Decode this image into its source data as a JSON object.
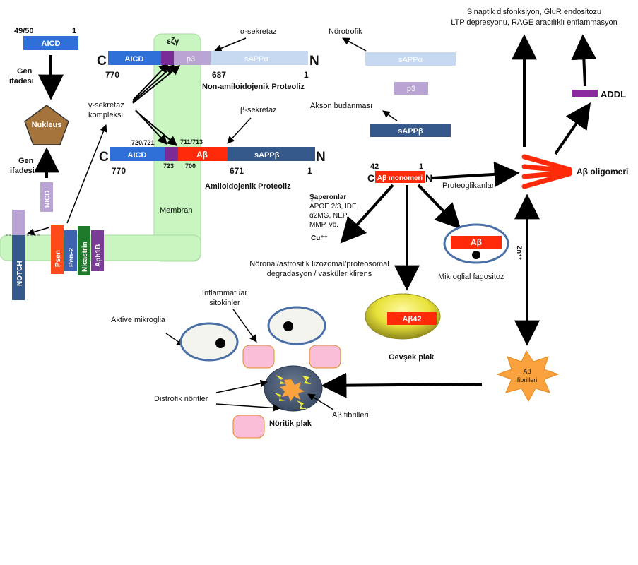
{
  "membrane_label": "Membran",
  "aicd_left": {
    "label": "AICD",
    "n50": "49/50",
    "n1": "1"
  },
  "gen_ifadesi_top": {
    "line1": "Gen",
    "line2": "ifadesi"
  },
  "gen_ifadesi_bottom": {
    "line1": "Gen",
    "line2": "ifadesi"
  },
  "nukleus": "Nukleus",
  "nicd": "NICD",
  "notch": "NOTCH",
  "gamma_complex": {
    "psen": "Psen",
    "pen2": "Pen-2",
    "nicastrin": "Nicastrin",
    "aph1b": "Aph1B"
  },
  "gamma_secretase": {
    "line1": "γ-sekretaz",
    "line2": "kompleksi"
  },
  "non_amyloid": {
    "c": "C",
    "n": "N",
    "aicd": "AICD",
    "p3": "p3",
    "sappa": "sAPPα",
    "n770": "770",
    "n687": "687",
    "n1": "1",
    "cut_sites": "εζγ",
    "title": "Non-amiloidojenik Proteoliz"
  },
  "alpha_secretase": "α-sekretaz",
  "beta_secretase": "β-sekretaz",
  "amyloid": {
    "c": "C",
    "n": "N",
    "aicd": "AICD",
    "abeta": "Aβ",
    "sappb": "sAPPβ",
    "n720": "720/721",
    "n711": "711/713",
    "n723": "723",
    "n700": "700",
    "n770": "770",
    "n671": "671",
    "n1": "1",
    "title": "Amiloidojenik Proteoliz"
  },
  "right_top": {
    "norotrofik": "Nörotrofik",
    "sappa": "sAPPα",
    "p3": "p3",
    "akson": "Akson budanması",
    "sappb": "sAPPβ"
  },
  "monomer": {
    "n42": "42",
    "n1": "1",
    "c": "C",
    "n": "N",
    "label": "Aβ monomeri"
  },
  "chaperones": {
    "title": "Şaperonlar",
    "line1": "APOE 2/3, IDE,",
    "line2": "α2MG, NEP,",
    "line3": "MMP, vb.",
    "cu": "Cu⁺⁺"
  },
  "degradation": {
    "line1": "Nöronal/astrositik lizozomal/proteosomal",
    "line2": "degradasyon / vasküler klirens"
  },
  "proteoglikanlar": "Proteoglikanlar",
  "oligomer": "Aβ oligomeri",
  "synaptic": {
    "line1": "Sinaptik disfonksiyon, GluR endositozu",
    "line2": "LTP depresyonu, RAGE aracılıklı enflammasyon"
  },
  "addl": "ADDL",
  "zn": "Zn⁺⁺",
  "microglial": {
    "abeta": "Aβ",
    "label": "Mikroglial fagositoz"
  },
  "loose_plaque": {
    "abeta42": "Aβ42",
    "label": "Gevşek plak"
  },
  "fibril_star": {
    "line1": "Aβ",
    "line2": "fibrilleri"
  },
  "inflammatory": {
    "line1": "İnflammatuar",
    "line2": "sitokinler"
  },
  "active_microglia": "Aktive mikroglia",
  "dystrophic": "Distrofik nöritler",
  "abeta_fibrils": "Aβ fibrilleri",
  "neuritic_plaque": "Nöritik plak",
  "colors": {
    "aicd_blue": "#2f6fd8",
    "p3_purple": "#b9a4d4",
    "sappa_blue": "#c6d9f0",
    "abeta_red": "#ff2a0a",
    "sappb_navy": "#35598a",
    "membrane_green": "#c8f5c0",
    "nukleus_brown": "#a4743c",
    "psen_red": "#ff4a1a",
    "pen2_blue": "#3d63b0",
    "nicastrin_green": "#1e7a2a",
    "aph1b_purple": "#7a3d96",
    "star_orange": "#f9a23e",
    "pink": "#f9bfd8"
  }
}
